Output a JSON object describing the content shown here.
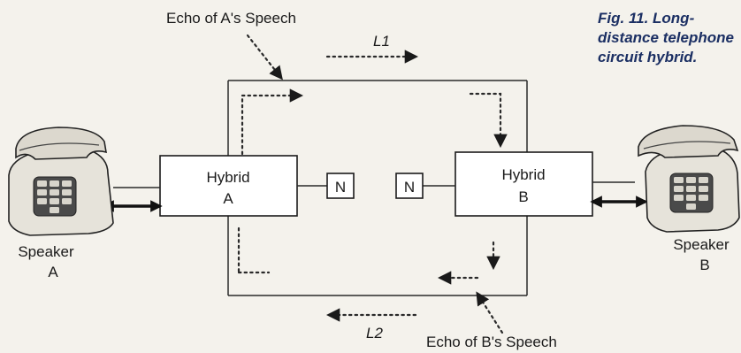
{
  "caption": [
    "Fig. 11. Long-",
    "distance telephone",
    "circuit hybrid."
  ],
  "echo_a_label": "Echo of A's Speech",
  "echo_b_label": "Echo of B's Speech",
  "line1_label": "L1",
  "line2_label": "L2",
  "hybrid_a": {
    "title": "Hybrid",
    "id": "A"
  },
  "hybrid_b": {
    "title": "Hybrid",
    "id": "B"
  },
  "network_label": "N",
  "speaker_a": {
    "title": "Speaker",
    "id": "A"
  },
  "speaker_b": {
    "title": "Speaker",
    "id": "B"
  },
  "colors": {
    "background": "#f4f2ec",
    "caption": "#1b2f63",
    "line": "#1a1a1a"
  }
}
